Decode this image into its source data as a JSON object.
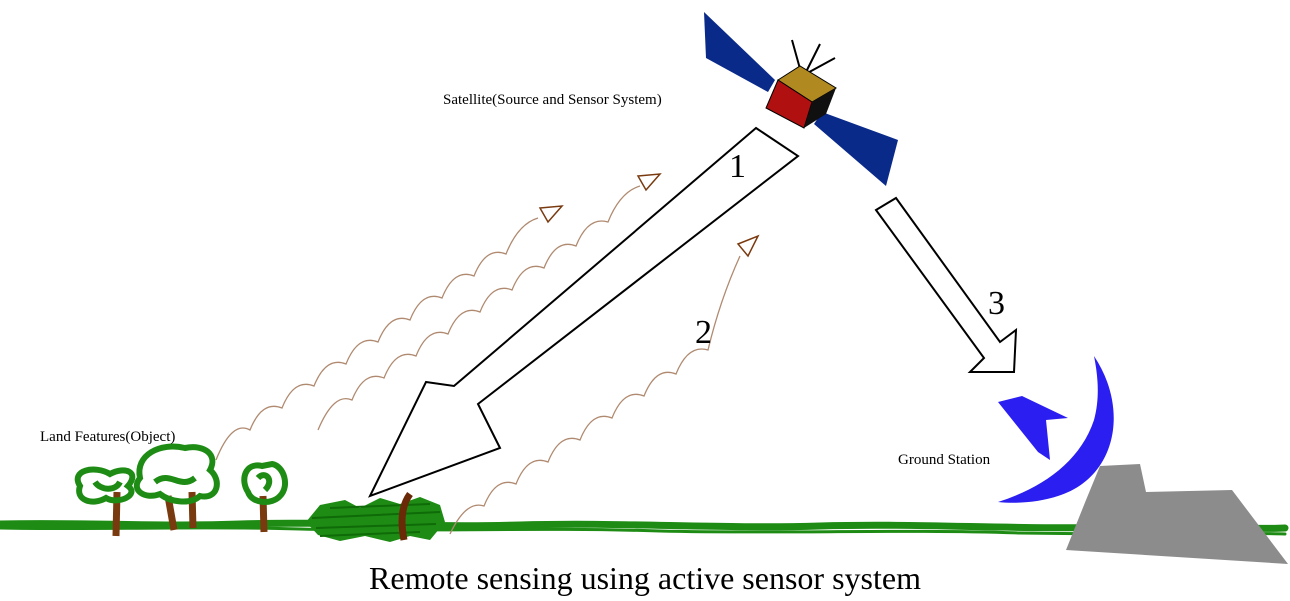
{
  "labels": {
    "satellite": "Satellite(Source and Sensor System)",
    "land_features": "Land Features(Object)",
    "ground_station": "Ground Station",
    "step_1": "1",
    "step_2": "2",
    "step_3": "3",
    "caption": "Remote sensing using active sensor system"
  },
  "colors": {
    "solar_panel": "#0a2a8a",
    "satellite_body": "#b01010",
    "satellite_top": "#b08a20",
    "satellite_side": "#101010",
    "dish": "#2a1ef0",
    "building": "#8c8c8c",
    "grass": "#1e8c14",
    "tree_trunk": "#7a3a10",
    "wave": "#b08a70"
  }
}
